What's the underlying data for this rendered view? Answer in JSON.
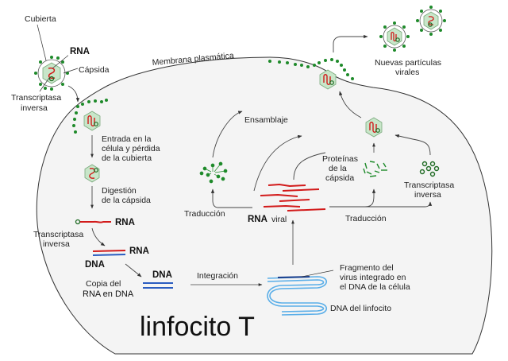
{
  "title": "linfocito T",
  "colors": {
    "cell_fill": "#f4f4f4",
    "membrane": "#333333",
    "rna": "#d21a1a",
    "dna": "#2a5cc0",
    "host_dna": "#5aaee8",
    "protein": "#1e8a2a",
    "capsid": "#c8e6c9"
  },
  "virion_labels": {
    "envelope": "Cubierta",
    "rna": "RNA",
    "capsid": "Cápsida",
    "rt_line1": "Transcriptasa",
    "rt_line2": "inversa"
  },
  "membrane_label": "Membrana plasmática",
  "steps": {
    "entry": [
      "Entrada en la",
      "célula y pérdida",
      "de la cubierta"
    ],
    "digestion": [
      "Digestión",
      "de la cápsida"
    ],
    "rna": "RNA",
    "rt": [
      "Transcriptasa",
      "inversa"
    ],
    "hybrid_rna": "RNA",
    "hybrid_dna": "DNA",
    "dsdna": "DNA",
    "copy": [
      "Copia del",
      "RNA en DNA"
    ],
    "integration": "Integración",
    "fragment": [
      "Fragmento del",
      "virus integrado en",
      "el DNA de la célula"
    ],
    "host_dna": "DNA del linfocito",
    "viral_rna": "RNA viral",
    "translation_left": "Traducción",
    "translation_right": "Traducción",
    "assembly": "Ensamblaje",
    "capsid_proteins": [
      "Proteínas",
      "de la",
      "cápsida"
    ],
    "rt_right": [
      "Transcriptasa",
      "inversa"
    ],
    "new_particles": [
      "Nuevas partículas",
      "virales"
    ]
  }
}
